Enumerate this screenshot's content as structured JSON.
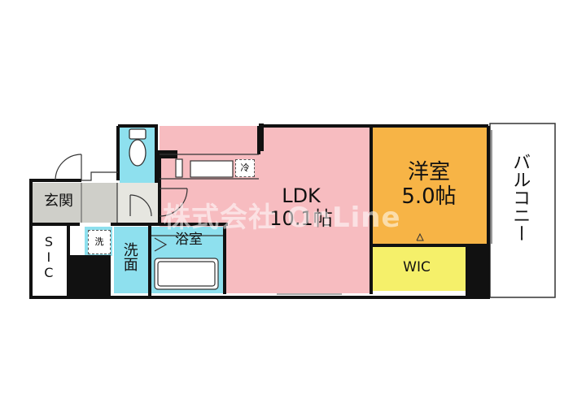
{
  "rooms": {
    "ldk": {
      "name": "LDK",
      "size": "10.1帖"
    },
    "western": {
      "name": "洋室",
      "size": "5.0帖"
    },
    "balcony": {
      "name": "バルコニー"
    },
    "wic": {
      "name": "WIC"
    },
    "bath": {
      "name": "浴室"
    },
    "washroom": {
      "name": "洗面"
    },
    "entrance": {
      "name": "玄関"
    },
    "sic": {
      "name": "SIC"
    }
  },
  "fixtures": {
    "washer": "洗",
    "fridge": "冷"
  },
  "watermark": "株式会社 OnLine",
  "colors": {
    "ldk": "#f7bcc0",
    "western": "#f7b446",
    "wic": "#f5f06a",
    "wet": "#8ee0ee",
    "entrance": "#cfcfc9",
    "wall": "#111111"
  }
}
